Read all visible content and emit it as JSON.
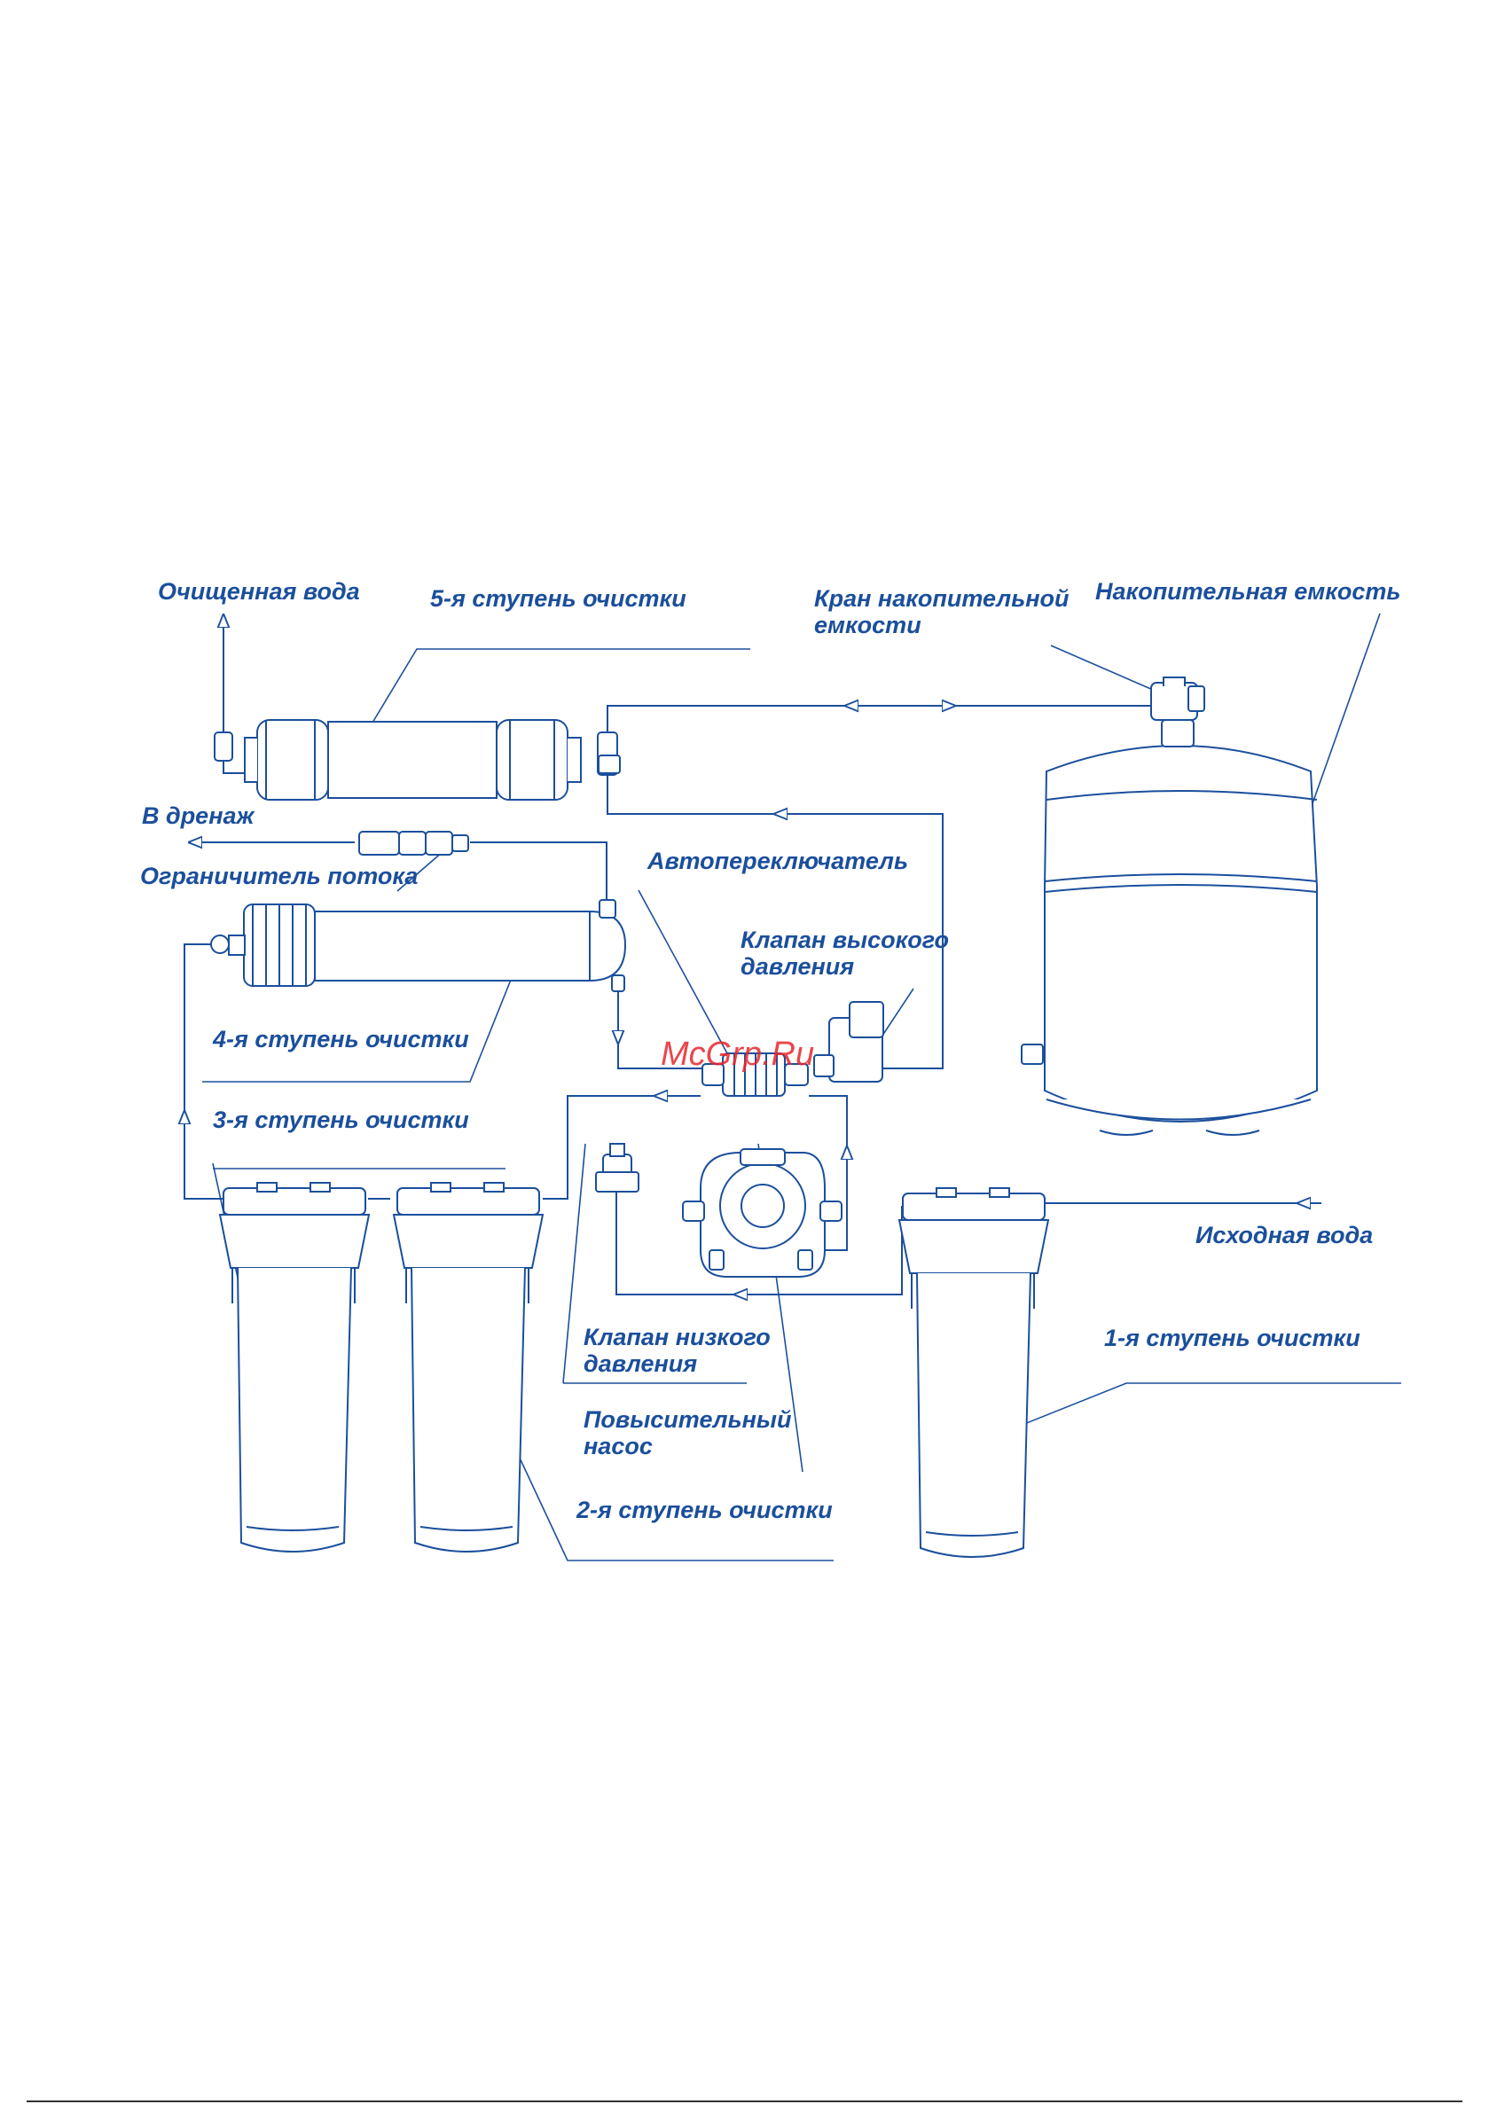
{
  "labels": {
    "purified_water": "Очищенная вода",
    "stage5": "5-я ступень очистки",
    "tank_valve_l1": "Кран накопительной",
    "tank_valve_l2": "емкости",
    "storage_tank": "Накопительная емкость",
    "drain": "В дренаж",
    "flow_restrictor": "Ограничитель потока",
    "auto_switch": "Автопереключатель",
    "hp_valve_l1": "Клапан высокого",
    "hp_valve_l2": "давления",
    "stage4": "4-я ступень очистки",
    "stage3": "3-я ступень очистки",
    "source_water": "Исходная вода",
    "stage1": "1-я ступень очистки",
    "lp_valve_l1": "Клапан низкого",
    "lp_valve_l2": "давления",
    "pump_l1": "Повысительный",
    "pump_l2": "насос",
    "stage2": "2-я ступень очистки"
  },
  "watermark": "McGrp.Ru",
  "colors": {
    "line": "#1b4f9c",
    "text": "#1b4f9c",
    "fill": "#e6edf7",
    "watermark": "#e8262c"
  }
}
